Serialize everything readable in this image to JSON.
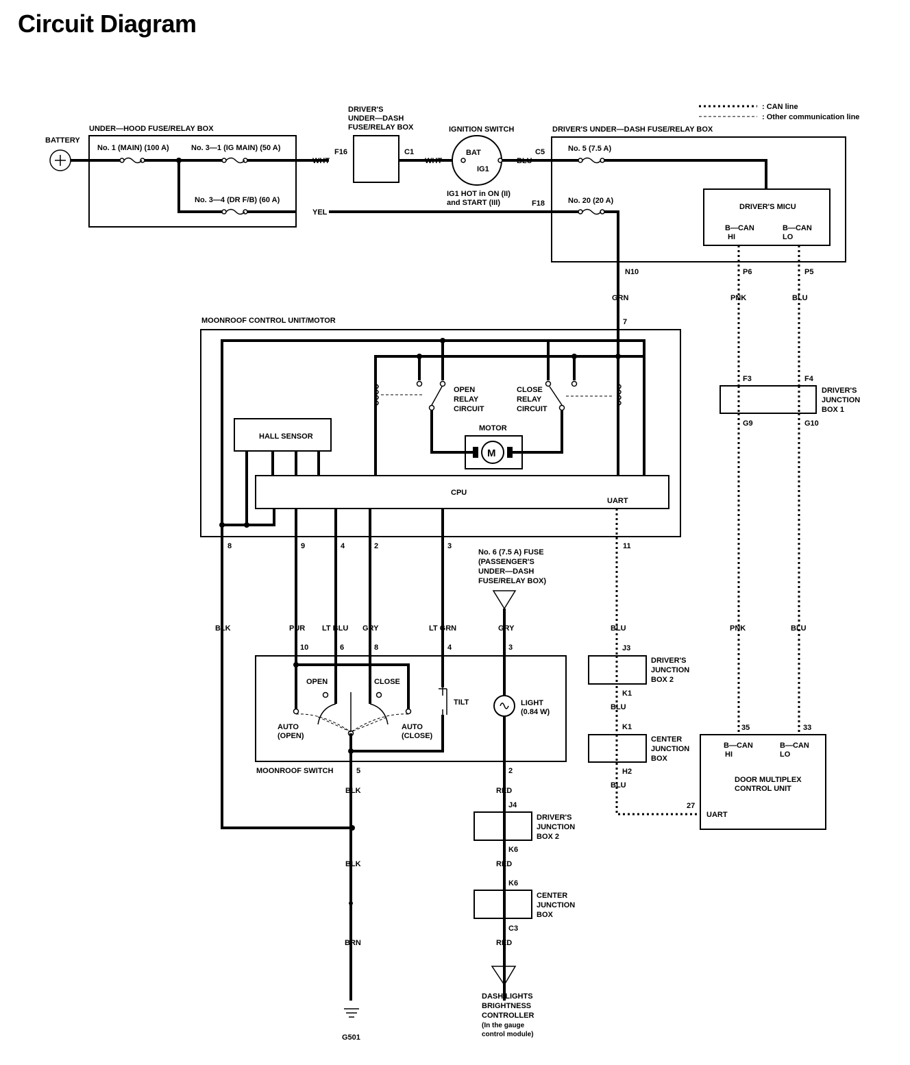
{
  "title": "Circuit Diagram",
  "legend": {
    "can_line": ": CAN line",
    "other_line": ": Other communication line"
  },
  "battery": "BATTERY",
  "underhood": {
    "title": "UNDER—HOOD FUSE/RELAY BOX",
    "fuse1": "No. 1 (MAIN) (100 A)",
    "fuse31": "No. 3—1 (IG MAIN) (50 A)",
    "fuse34": "No. 3—4 (DR F/B) (60 A)"
  },
  "dudfb_small": {
    "title": [
      "DRIVER'S",
      "UNDER—DASH",
      "FUSE/RELAY BOX"
    ],
    "f16": "F16",
    "c1": "C1"
  },
  "ignition": {
    "title": "IGNITION SWITCH",
    "bat": "BAT",
    "ig1": "IG1",
    "note1": "IG1 HOT in ON (II)",
    "note2": "and START (III)"
  },
  "dudfb": {
    "title": "DRIVER'S UNDER—DASH FUSE/RELAY BOX",
    "c5": "C5",
    "f18": "F18",
    "fuse5": "No. 5 (7.5 A)",
    "fuse20": "No. 20 (20 A)",
    "n10": "N10",
    "p6": "P6",
    "p5": "P5"
  },
  "micu": {
    "title": "DRIVER'S MICU",
    "bcan_hi": [
      "B—CAN",
      "HI"
    ],
    "bcan_lo": [
      "B—CAN",
      "LO"
    ]
  },
  "moonroof_unit": {
    "title": "MOONROOF CONTROL UNIT/MOTOR",
    "hall": "HALL SENSOR",
    "cpu": "CPU",
    "uart": "UART",
    "motor_label": "MOTOR",
    "motor_symbol": "M",
    "open_relay": [
      "OPEN",
      "RELAY",
      "CIRCUIT"
    ],
    "close_relay": [
      "CLOSE",
      "RELAY",
      "CIRCUIT"
    ],
    "pins": [
      "8",
      "9",
      "4",
      "2",
      "3",
      "7",
      "11"
    ]
  },
  "fuse6": [
    "No. 6 (7.5 A) FUSE",
    "(PASSENGER'S",
    "UNDER—DASH",
    "FUSE/RELAY BOX)"
  ],
  "switch": {
    "title": "MOONROOF SWITCH",
    "open": "OPEN",
    "close": "CLOSE",
    "tilt": "TILT",
    "auto_open": [
      "AUTO",
      "(OPEN)"
    ],
    "auto_close": [
      "AUTO",
      "(CLOSE)"
    ],
    "light": [
      "LIGHT",
      "(0.84 W)"
    ],
    "pins": [
      "10",
      "6",
      "8",
      "4",
      "3",
      "5",
      "2"
    ]
  },
  "wires": {
    "wht1": "WHT",
    "wht2": "WHT",
    "blu_ign": "BLU",
    "yel": "YEL",
    "grn": "GRN",
    "pnk1": "PNK",
    "blu_p5": "BLU",
    "blk1": "BLK",
    "pur": "PUR",
    "ltblu": "LT BLU",
    "gry1": "GRY",
    "ltgrn": "LT GRN",
    "gry2": "GRY",
    "blu_uart": "BLU",
    "pnk2": "PNK",
    "blu_can": "BLU",
    "blk2": "BLK",
    "red1": "RED",
    "blk3": "BLK",
    "red2": "RED",
    "brn": "BRN",
    "red3": "RED",
    "blu_k1": "BLU",
    "blu_h2": "BLU"
  },
  "djb1": {
    "title": [
      "DRIVER'S",
      "JUNCTION",
      "BOX 1"
    ],
    "f3": "F3",
    "f4": "F4",
    "g9": "G9",
    "g10": "G10"
  },
  "djb2_right": {
    "title": [
      "DRIVER'S",
      "JUNCTION",
      "BOX 2"
    ],
    "j3": "J3",
    "k1": "K1"
  },
  "cjb_right": {
    "title": [
      "CENTER",
      "JUNCTION",
      "BOX"
    ],
    "k1": "K1",
    "h2": "H2"
  },
  "djb2_left": {
    "title": [
      "DRIVER'S",
      "JUNCTION",
      "BOX 2"
    ],
    "j4": "J4",
    "k6": "K6"
  },
  "cjb_left": {
    "title": [
      "CENTER",
      "JUNCTION",
      "BOX"
    ],
    "k6": "K6",
    "c3": "C3"
  },
  "door_unit": {
    "title": [
      "DOOR MULTIPLEX",
      "CONTROL UNIT"
    ],
    "bcan_hi": [
      "B—CAN",
      "HI"
    ],
    "bcan_lo": [
      "B—CAN",
      "LO"
    ],
    "uart": "UART",
    "pin35": "35",
    "pin33": "33",
    "pin27": "27"
  },
  "dash_ctrl": [
    "DASH LIGHTS",
    "BRIGHTNESS",
    "CONTROLLER",
    "(In the gauge",
    "control module)"
  ],
  "ground": "G501"
}
